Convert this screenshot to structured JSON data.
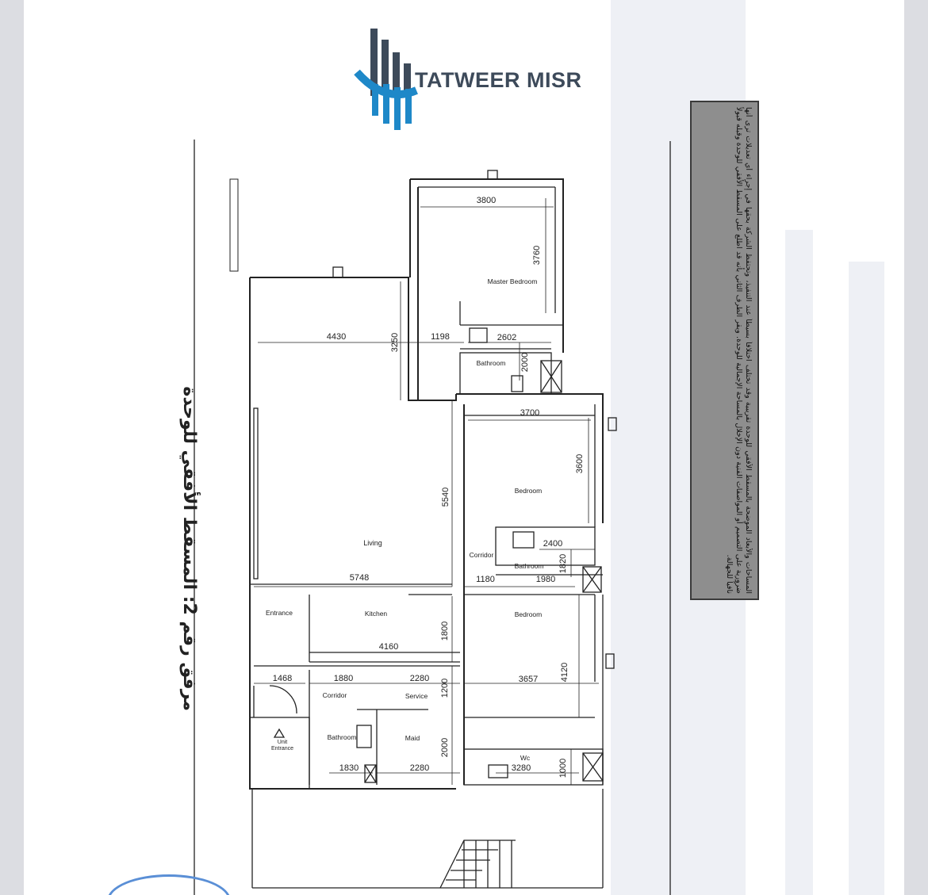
{
  "brand": {
    "name": "TATWEER MISR",
    "color": "#3d4a5a",
    "accent": "#1e88c8"
  },
  "document": {
    "attachment_title": "مرفق رقم 2: المسقط الأفقي للوحدة",
    "notice_text": "المساحات والأبعاد الموضحة بالمسقط الأفقي للوحدة تقريبية وقد تختلف اختلافاً بسيطاً عند التنفيذ، وتحتفظ الشركة بحقها في إجراء أي تعديلات ترى أنها ضرورية على التصميم أو المواصفات الفنية دون الإخلال بالمساحة الإجمالية للوحدة. ويقر الطرف الثاني بأنه قد اطلع على المسقط الأفقي للوحدة وقبله قبولاً نافياً للجهالة."
  },
  "rooms": {
    "master_bedroom": "Master Bedroom",
    "bathroom_1": "Bathroom",
    "bedroom_1": "Bedroom",
    "living": "Living",
    "corridor_1": "Corridor",
    "bathroom_2": "Bathroom",
    "entrance": "Entrance",
    "kitchen": "Kitchen",
    "bedroom_2": "Bedroom",
    "corridor_2": "Corridor",
    "service": "Service",
    "bathroom_3": "Bathroom",
    "maid": "Maid",
    "wc": "Wc",
    "unit": "Unit",
    "unit_entrance": "Entrance"
  },
  "dimensions": {
    "d3800": "3800",
    "d3760": "3760",
    "d4430": "4430",
    "d3250": "3250",
    "d1198": "1198",
    "d2602": "2602",
    "d2000a": "2000",
    "d3700": "3700",
    "d3600": "3600",
    "d5540": "5540",
    "d2400": "2400",
    "d1820": "1820",
    "d5748": "5748",
    "d1180": "1180",
    "d1980": "1980",
    "d4160": "4160",
    "d1800": "1800",
    "d1468": "1468",
    "d1880": "1880",
    "d2280a": "2280",
    "d1200": "1200",
    "d3657": "3657",
    "d4120": "4120",
    "d2000b": "2000",
    "d1830": "1830",
    "d2280b": "2280",
    "d3280": "3280",
    "d1000": "1000"
  }
}
